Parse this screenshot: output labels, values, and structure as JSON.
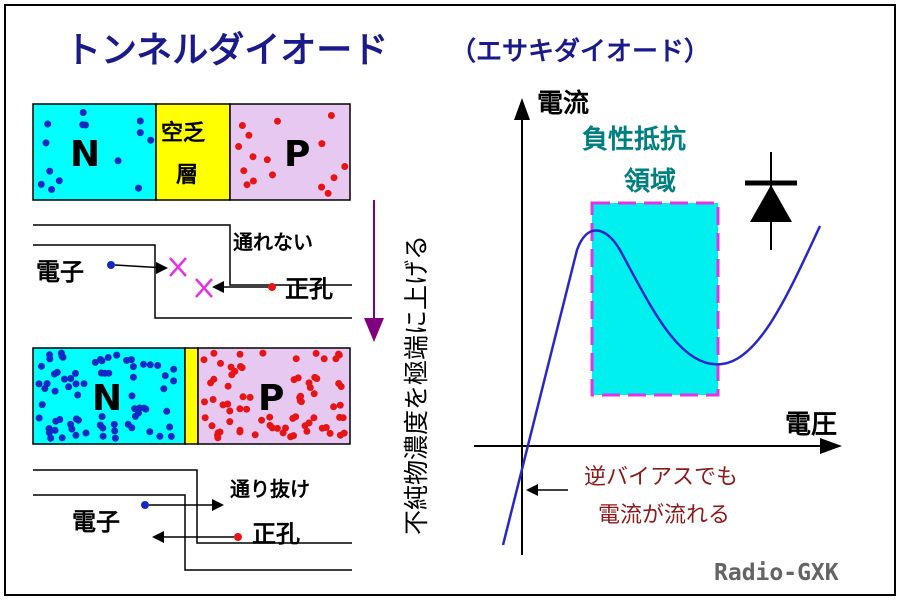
{
  "title": {
    "main": "トンネルダイオード",
    "sub": "（エサキダイオード）"
  },
  "junction_top": {
    "n_label": "N",
    "depletion_label_line1": "空乏",
    "depletion_label_line2": "層",
    "p_label": "P"
  },
  "band_top": {
    "blocked_label": "通れない",
    "electron_label": "電子",
    "hole_label": "正孔"
  },
  "side_label": "不純物濃度を極端に上げる",
  "junction_bottom": {
    "n_label": "N",
    "p_label": "P"
  },
  "band_bottom": {
    "tunnel_label": "通り抜け",
    "electron_label": "電子",
    "hole_label": "正孔"
  },
  "iv_graph": {
    "y_axis_label": "電流",
    "x_axis_label": "電圧",
    "negative_resistance_line1": "負性抵抗",
    "negative_resistance_line2": "領域",
    "reverse_bias_line1": "逆バイアスでも",
    "reverse_bias_line2": "電流が流れる"
  },
  "watermark": "Radio-GXK",
  "colors": {
    "title": "#1a1a8a",
    "n_region": "#00ffff",
    "p_region": "#e6c8f0",
    "depletion": "#ffff00",
    "electron_dot": "#1428c8",
    "hole_dot": "#e61414",
    "cross_mark": "#e632e6",
    "arrow_purple": "#800080",
    "curve": "#2828c8",
    "neg_region": "#00f0f0",
    "neg_region_border": "#e632e6",
    "neg_label": "#008080",
    "reverse_label": "#8b1a1a",
    "watermark": "#646464"
  },
  "icons": {
    "diode": "diode-symbol-icon",
    "cross": "x-mark-icon"
  }
}
